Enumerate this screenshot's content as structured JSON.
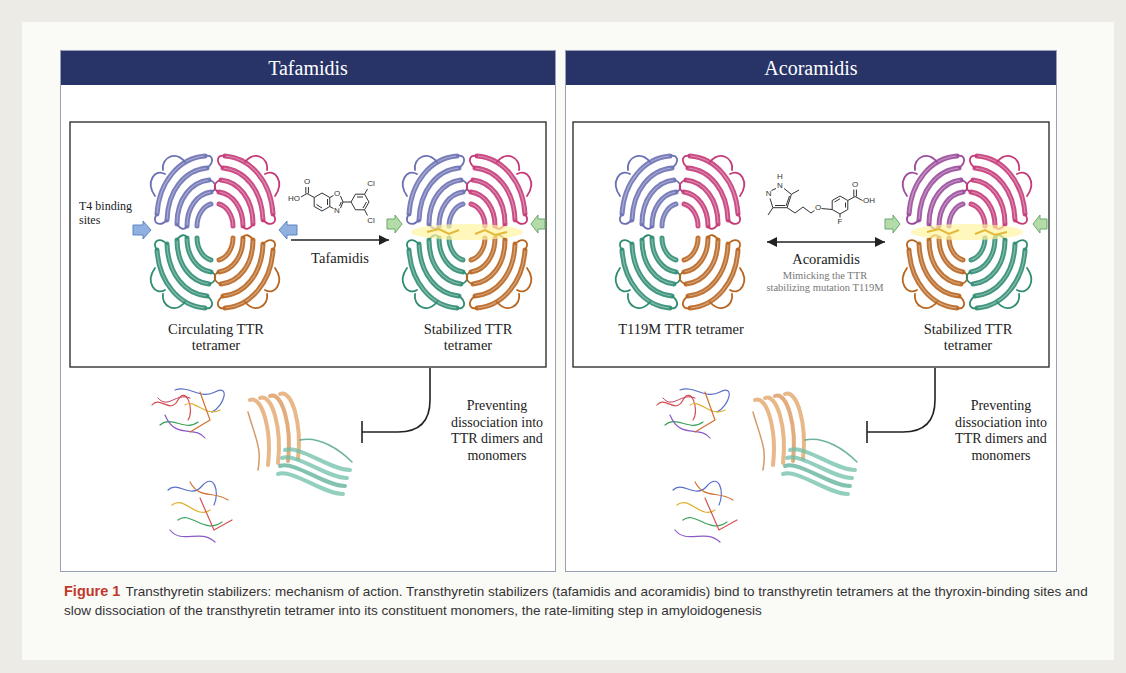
{
  "diagram": {
    "caption": "Transthyretin stabilizers: mechanism of action. Transthyretin stabilizers (tafamidis and acoramidis) bind to transthyretin tetramers at the thyroxin-binding sites and slow dissociation of the transthyretin tetramer into its constituent monomers, the rate-limiting step in amyloidogenesis",
    "nodes": [
      {
        "text": [
          "Tafamidis"
        ]
      },
      {
        "text": [
          "T4 binding sites",
          "Circulating TTR tetramer"
        ],
        "in": 0
      },
      {
        "text": [
          "Stabilized TTR tetramer"
        ],
        "in": 0
      },
      {
        "text": [
          "Acoramidis"
        ]
      },
      {
        "text": [
          "T119M TTR tetramer"
        ],
        "in": 3
      },
      {
        "text": [
          "Stabilized TTR tetramer"
        ],
        "in": 3
      }
    ],
    "edges": [
      {
        "from": 1,
        "to": 2,
        "arrow": "to",
        "label": "Tafamidis"
      },
      {
        "from": 4,
        "to": 5,
        "arrow": "both",
        "label": "Acoramidis"
      }
    ],
    "labels": [
      "HO",
      "O",
      "O",
      "N",
      "Cl",
      "Cl",
      "H",
      "N",
      "N",
      "O",
      "O",
      "OH",
      "F",
      "Mimicking the TTR stabilizing mutation T119M",
      "Preventing dissociation into TTR dimers and monomers",
      "Preventing dissociation into TTR dimers and monomers",
      "Figure 1"
    ]
  }
}
